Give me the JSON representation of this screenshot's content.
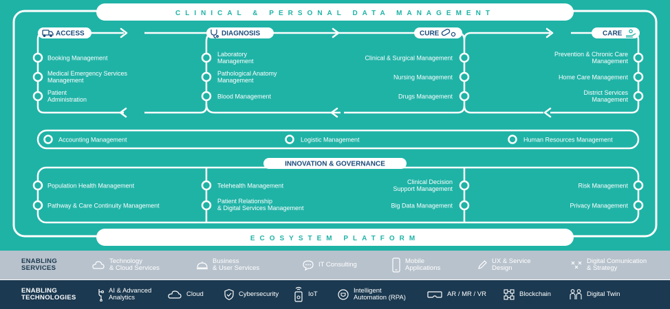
{
  "diagram": {
    "title_top": "CLINICAL & PERSONAL DATA MANAGEMENT",
    "title_bottom": "ECOSYSTEM PLATFORM",
    "phases": {
      "access": {
        "label": "ACCESS",
        "icon": "ambulance-icon"
      },
      "diagnosis": {
        "label": "DIAGNOSIS",
        "icon": "stethoscope-icon"
      },
      "cure": {
        "label": "CURE",
        "icon": "pills-icon"
      },
      "care": {
        "label": "CARE",
        "icon": "caring-hand-icon"
      }
    },
    "access_items": [
      "Booking Management",
      "Medical Emergency Services\nManagement",
      "Patient\nAdministration"
    ],
    "diagnosis_items": [
      "Laboratory\nManagement",
      "Pathological Anatomy\nManagement",
      "Blood Management"
    ],
    "cure_items": [
      "Clinical & Surgical Management",
      "Nursing Management",
      "Drugs Management"
    ],
    "care_items": [
      "Prevention & Chronic Care\nManagement",
      "Home Care Management",
      "District Services\nManagement"
    ],
    "transversal_items": [
      "Accounting Management",
      "Logistic Management",
      "Human Resources Management"
    ],
    "innovation": {
      "label": "INNOVATION & GOVERNANCE",
      "left_items": [
        "Population Health Management",
        "Pathway & Care Continuity Management"
      ],
      "middle_left_items": [
        "Telehealth Management",
        "Patient Relationship\n& Digital Services Management"
      ],
      "middle_right_items": [
        "Clinical Decision\nSupport Management",
        "Big Data Management"
      ],
      "right_items": [
        "Risk Management",
        "Privacy Management"
      ]
    }
  },
  "enabling_services": {
    "heading": "ENABLING\nSERVICES",
    "items": [
      {
        "label": "Technology\n& Cloud Services",
        "icon": "cloud-icon"
      },
      {
        "label": "Business\n& User Services",
        "icon": "service-bell-icon"
      },
      {
        "label": "IT Consulting",
        "icon": "chat-bubble-icon"
      },
      {
        "label": "Mobile\nApplications",
        "icon": "smartphone-icon"
      },
      {
        "label": "UX & Service\nDesign",
        "icon": "pencil-icon"
      },
      {
        "label": "Digital Comunication\n& Strategy",
        "icon": "network-arrows-icon"
      }
    ]
  },
  "enabling_technologies": {
    "heading": "ENABLING\nTECHNOLOGIES",
    "items": [
      {
        "label": "AI & Advanced\nAnalytics",
        "icon": "ai-network-icon"
      },
      {
        "label": "Cloud",
        "icon": "cloud-icon"
      },
      {
        "label": "Cybersecurity",
        "icon": "shield-check-icon"
      },
      {
        "label": "IoT",
        "icon": "iot-device-icon"
      },
      {
        "label": "Intelligent\nAutomation (RPA)",
        "icon": "robot-head-icon"
      },
      {
        "label": "AR / MR / VR",
        "icon": "vr-headset-icon"
      },
      {
        "label": "Blockchain",
        "icon": "blockchain-icon"
      },
      {
        "label": "Digital Twin",
        "icon": "digital-twin-icon"
      }
    ]
  },
  "colors": {
    "teal": "#1fb3a6",
    "navy": "#1a4a7a",
    "dark_band": "#1b3950",
    "light_band": "#b8c2cc",
    "white": "#ffffff"
  }
}
